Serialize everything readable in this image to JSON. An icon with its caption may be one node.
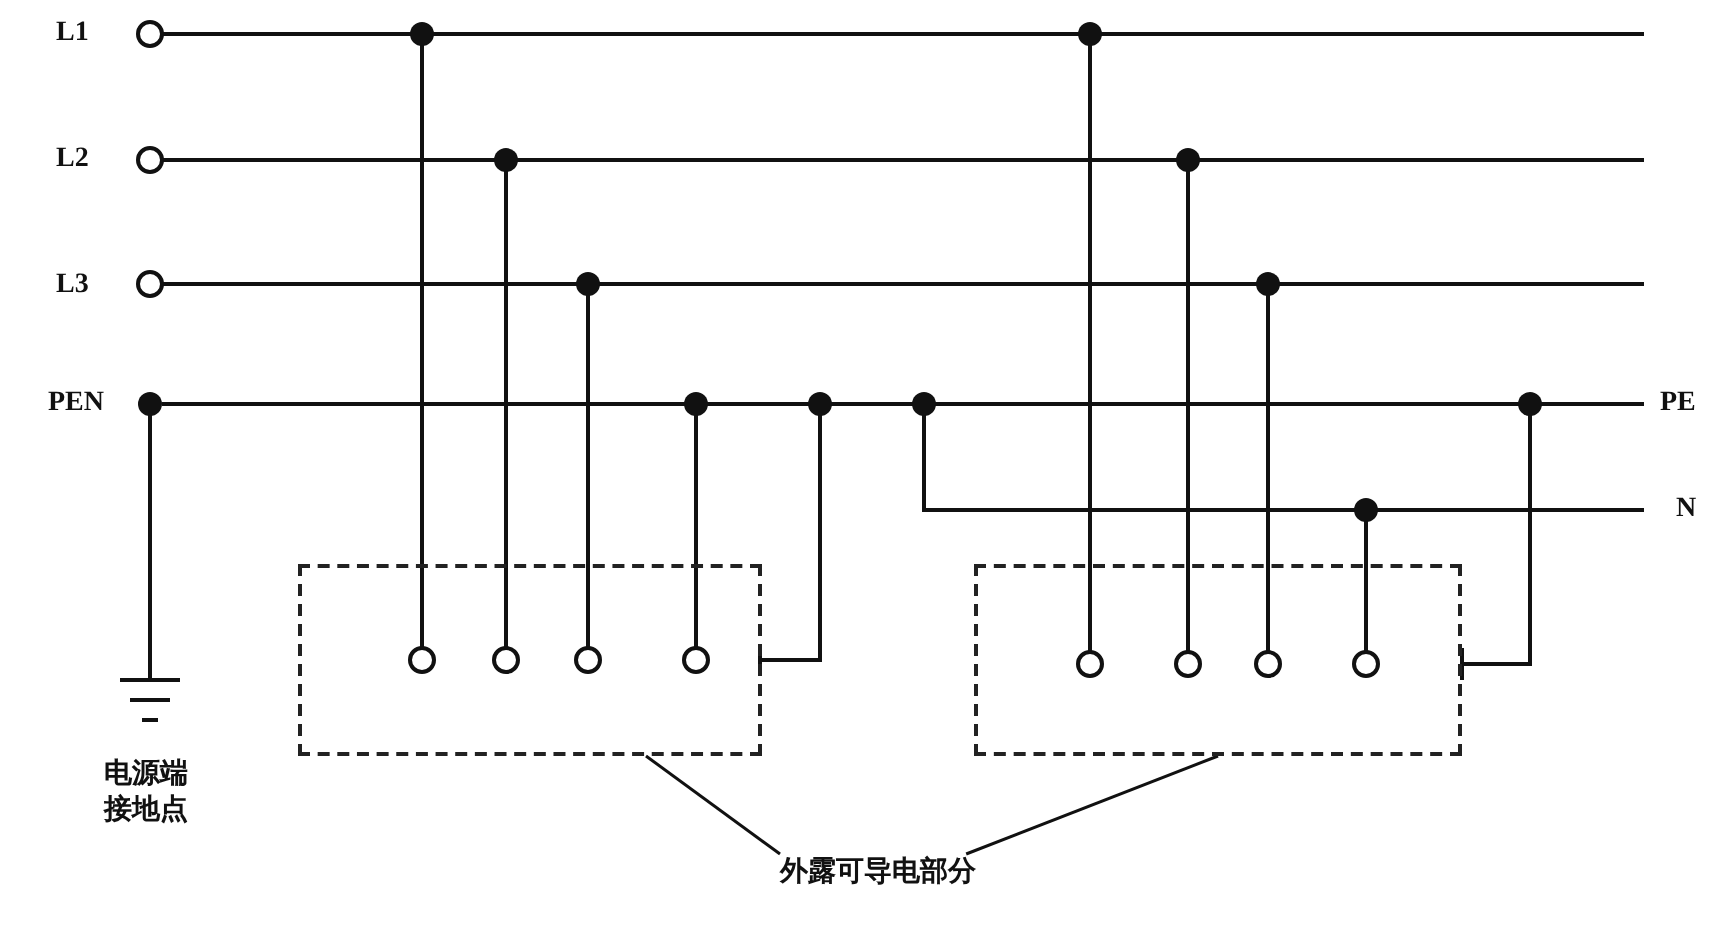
{
  "diagram": {
    "nodes": [
      {
        "text": [
          "外露可导电部分"
        ]
      },
      {
        "text": [],
        "shape": "box"
      },
      {
        "text": [],
        "shape": "box"
      }
    ],
    "edges": [
      {
        "from": 0,
        "to": 1,
        "arrow": "none"
      },
      {
        "from": 0,
        "to": 2,
        "arrow": "none"
      }
    ],
    "labels": [
      "L1",
      "L2",
      "L3",
      "PEN",
      "PE",
      "N",
      "电源端接地点"
    ]
  }
}
